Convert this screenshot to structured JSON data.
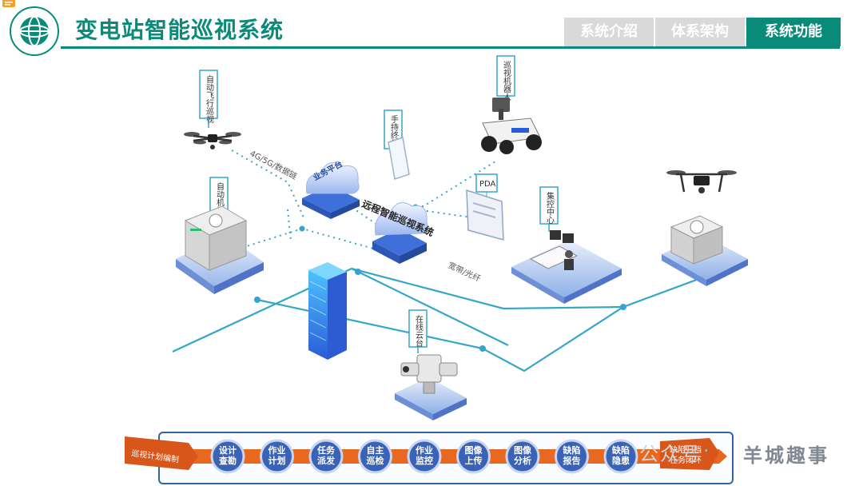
{
  "header": {
    "title": "变电站智能巡视系统",
    "tabs": [
      {
        "label": "系统介绍",
        "active": false
      },
      {
        "label": "体系架构",
        "active": false
      },
      {
        "label": "系统功能",
        "active": true
      }
    ]
  },
  "diagram": {
    "nodes": {
      "uav_auto_flight": "自动飞行巡视",
      "auto_hangar": "自动机场",
      "business_platform": "业务平台",
      "remote_system": "远程智能巡视系统",
      "handheld_terminal": "手持终端",
      "patrol_robot": "巡视机器人",
      "pda": "PDA",
      "control_center": "集控中心",
      "online_ptz": "在线云台"
    },
    "links": {
      "wireless": "4G/5G/数据链",
      "broadband": "宽带/光纤"
    }
  },
  "pipeline": {
    "start": "巡视计划编制",
    "steps": [
      "设计\n查勘",
      "作业\n计划",
      "任务\n派发",
      "自主\n巡检",
      "作业\n监控",
      "图像\n上传",
      "图像\n分析",
      "缺陷\n报告",
      "缺陷\n隐患"
    ],
    "end": "缺陷归档\n任务闭环"
  },
  "watermark": {
    "left": "公众号",
    "dot": "·",
    "right": "羊城趣事"
  },
  "colors": {
    "brand": "#0a8a78",
    "line": "#35a6c9",
    "node_blue": "#3f6fd8",
    "pipeline_orange": "#e8681f",
    "pipeline_circle": "#3a63b8"
  }
}
